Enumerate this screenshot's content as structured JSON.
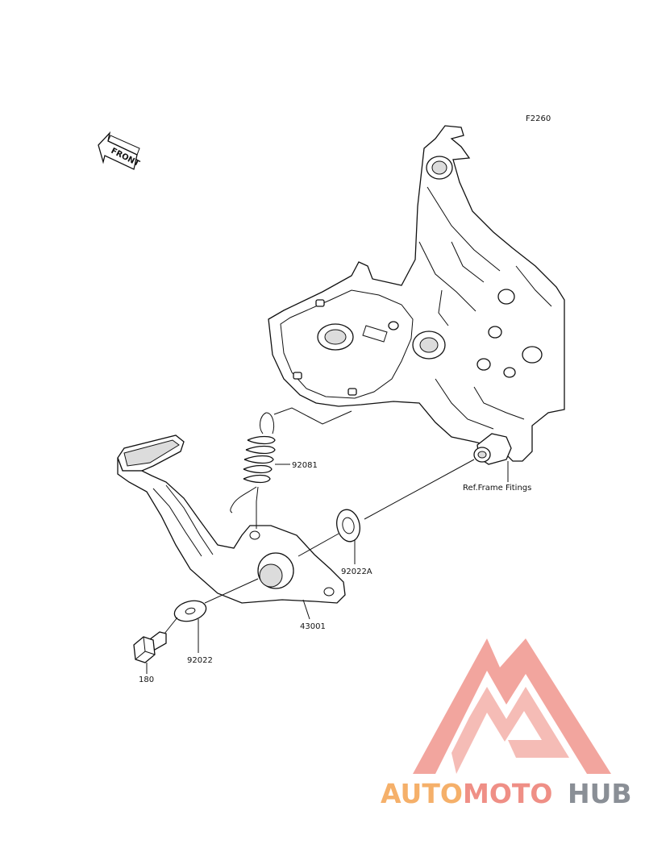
{
  "diagram_code": "F2260",
  "front_label": "FRONT",
  "parts": {
    "spring": "92081",
    "washer_a": "92022A",
    "pedal": "43001",
    "washer": "92022",
    "bolt": "180",
    "frame_ref": "Ref.Frame Fitings"
  },
  "watermark": {
    "part1": "AUTO",
    "part2": "MOTO",
    "part3": "HUB",
    "color_light": "#f5b06a",
    "color_pink": "#ef8f86",
    "color_gray": "#8a8f96"
  }
}
